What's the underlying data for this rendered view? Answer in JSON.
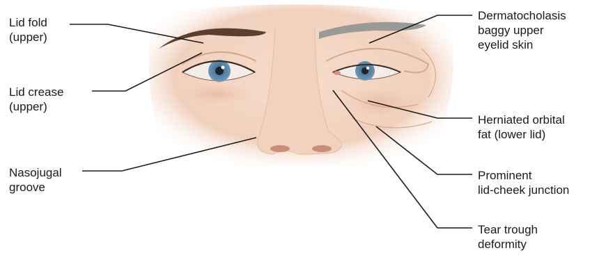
{
  "labels": {
    "lid_fold": [
      "Lid fold",
      "(upper)"
    ],
    "lid_crease": [
      "Lid crease",
      "(upper)"
    ],
    "nasojugal": [
      "Nasojugal",
      "groove"
    ],
    "dermatocholasis": [
      "Dermatocholasis",
      "baggy upper",
      "eyelid skin"
    ],
    "herniated": [
      "Herniated orbital",
      "fat (lower lid)"
    ],
    "prominent": [
      "Prominent",
      "lid-cheek junction"
    ],
    "tear_trough": [
      "Tear trough",
      "deformity"
    ]
  },
  "colors": {
    "skin": "#f3d6c4",
    "skin_shadow": "#e2b39c",
    "iris": "#5b86a8",
    "brow_young": "#5a3e30",
    "brow_aged": "#9a9a98",
    "leader_line": "#1a1a1a"
  }
}
